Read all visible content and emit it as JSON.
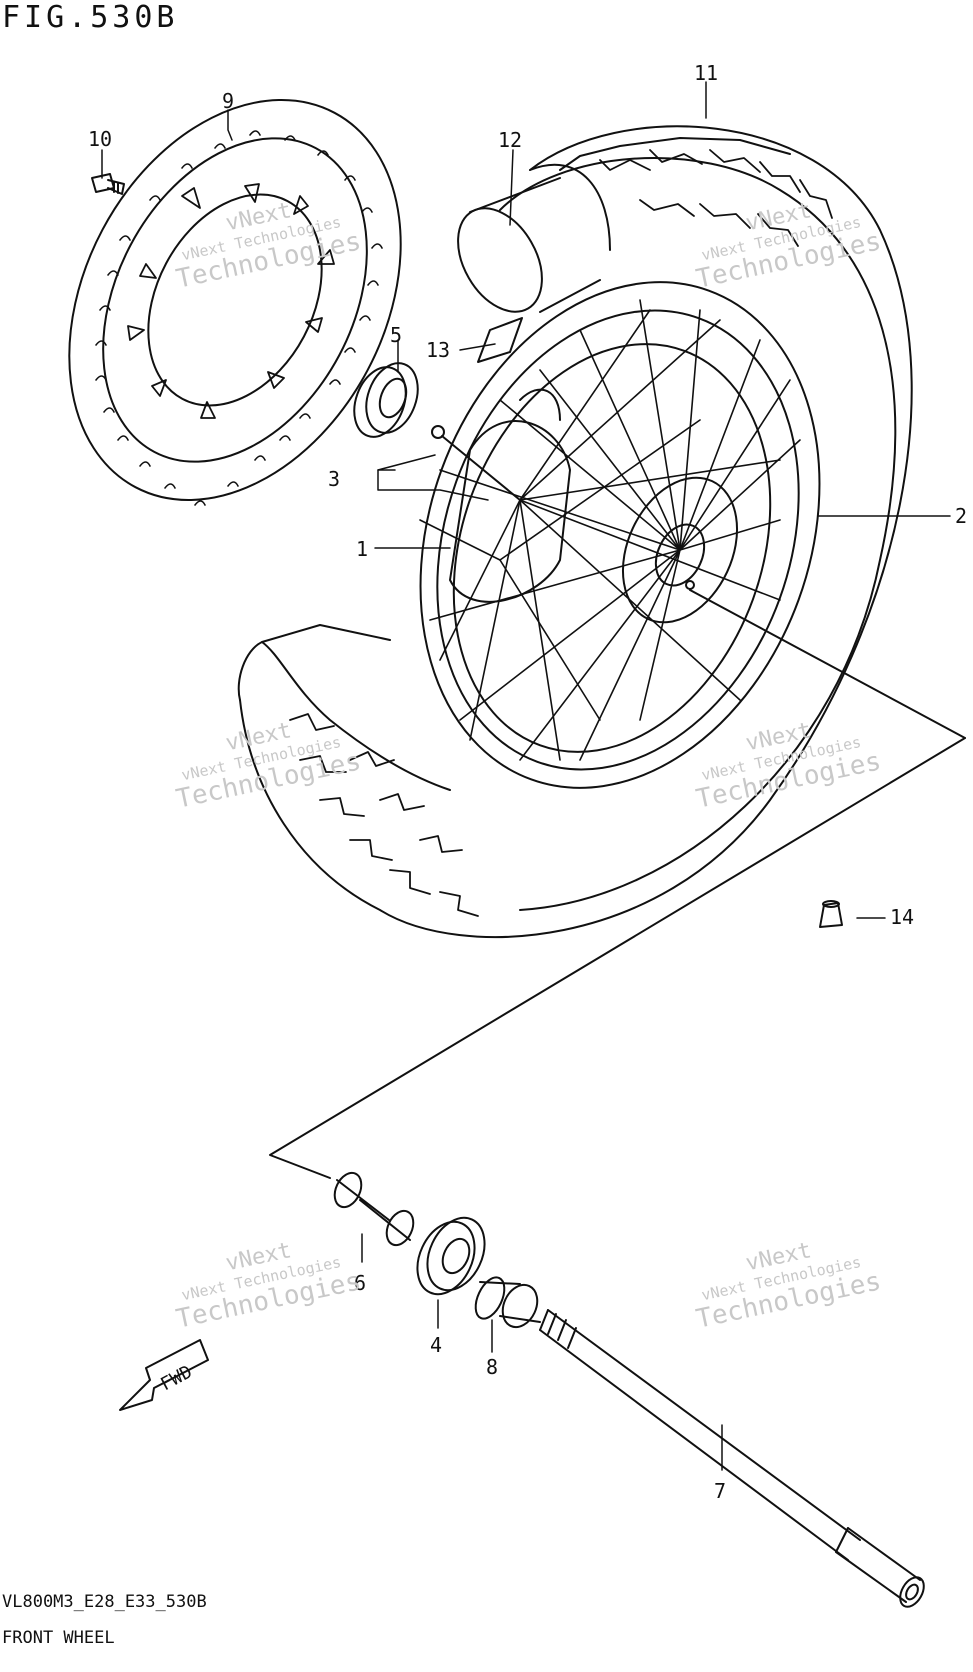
{
  "figure": {
    "title": "FIG.530B",
    "code": "VL800M3_E28_E33_530B",
    "name": "FRONT WHEEL"
  },
  "callouts": [
    "1",
    "2",
    "3",
    "4",
    "5",
    "6",
    "7",
    "8",
    "9",
    "10",
    "11",
    "12",
    "13",
    "14"
  ],
  "fwd_label": "FWD",
  "watermark": {
    "line1": "vNext Technologies",
    "line2": "vNext",
    "line3": "Technologies"
  },
  "colors": {
    "ink": "#111111",
    "watermark": "#c8c8c8"
  }
}
